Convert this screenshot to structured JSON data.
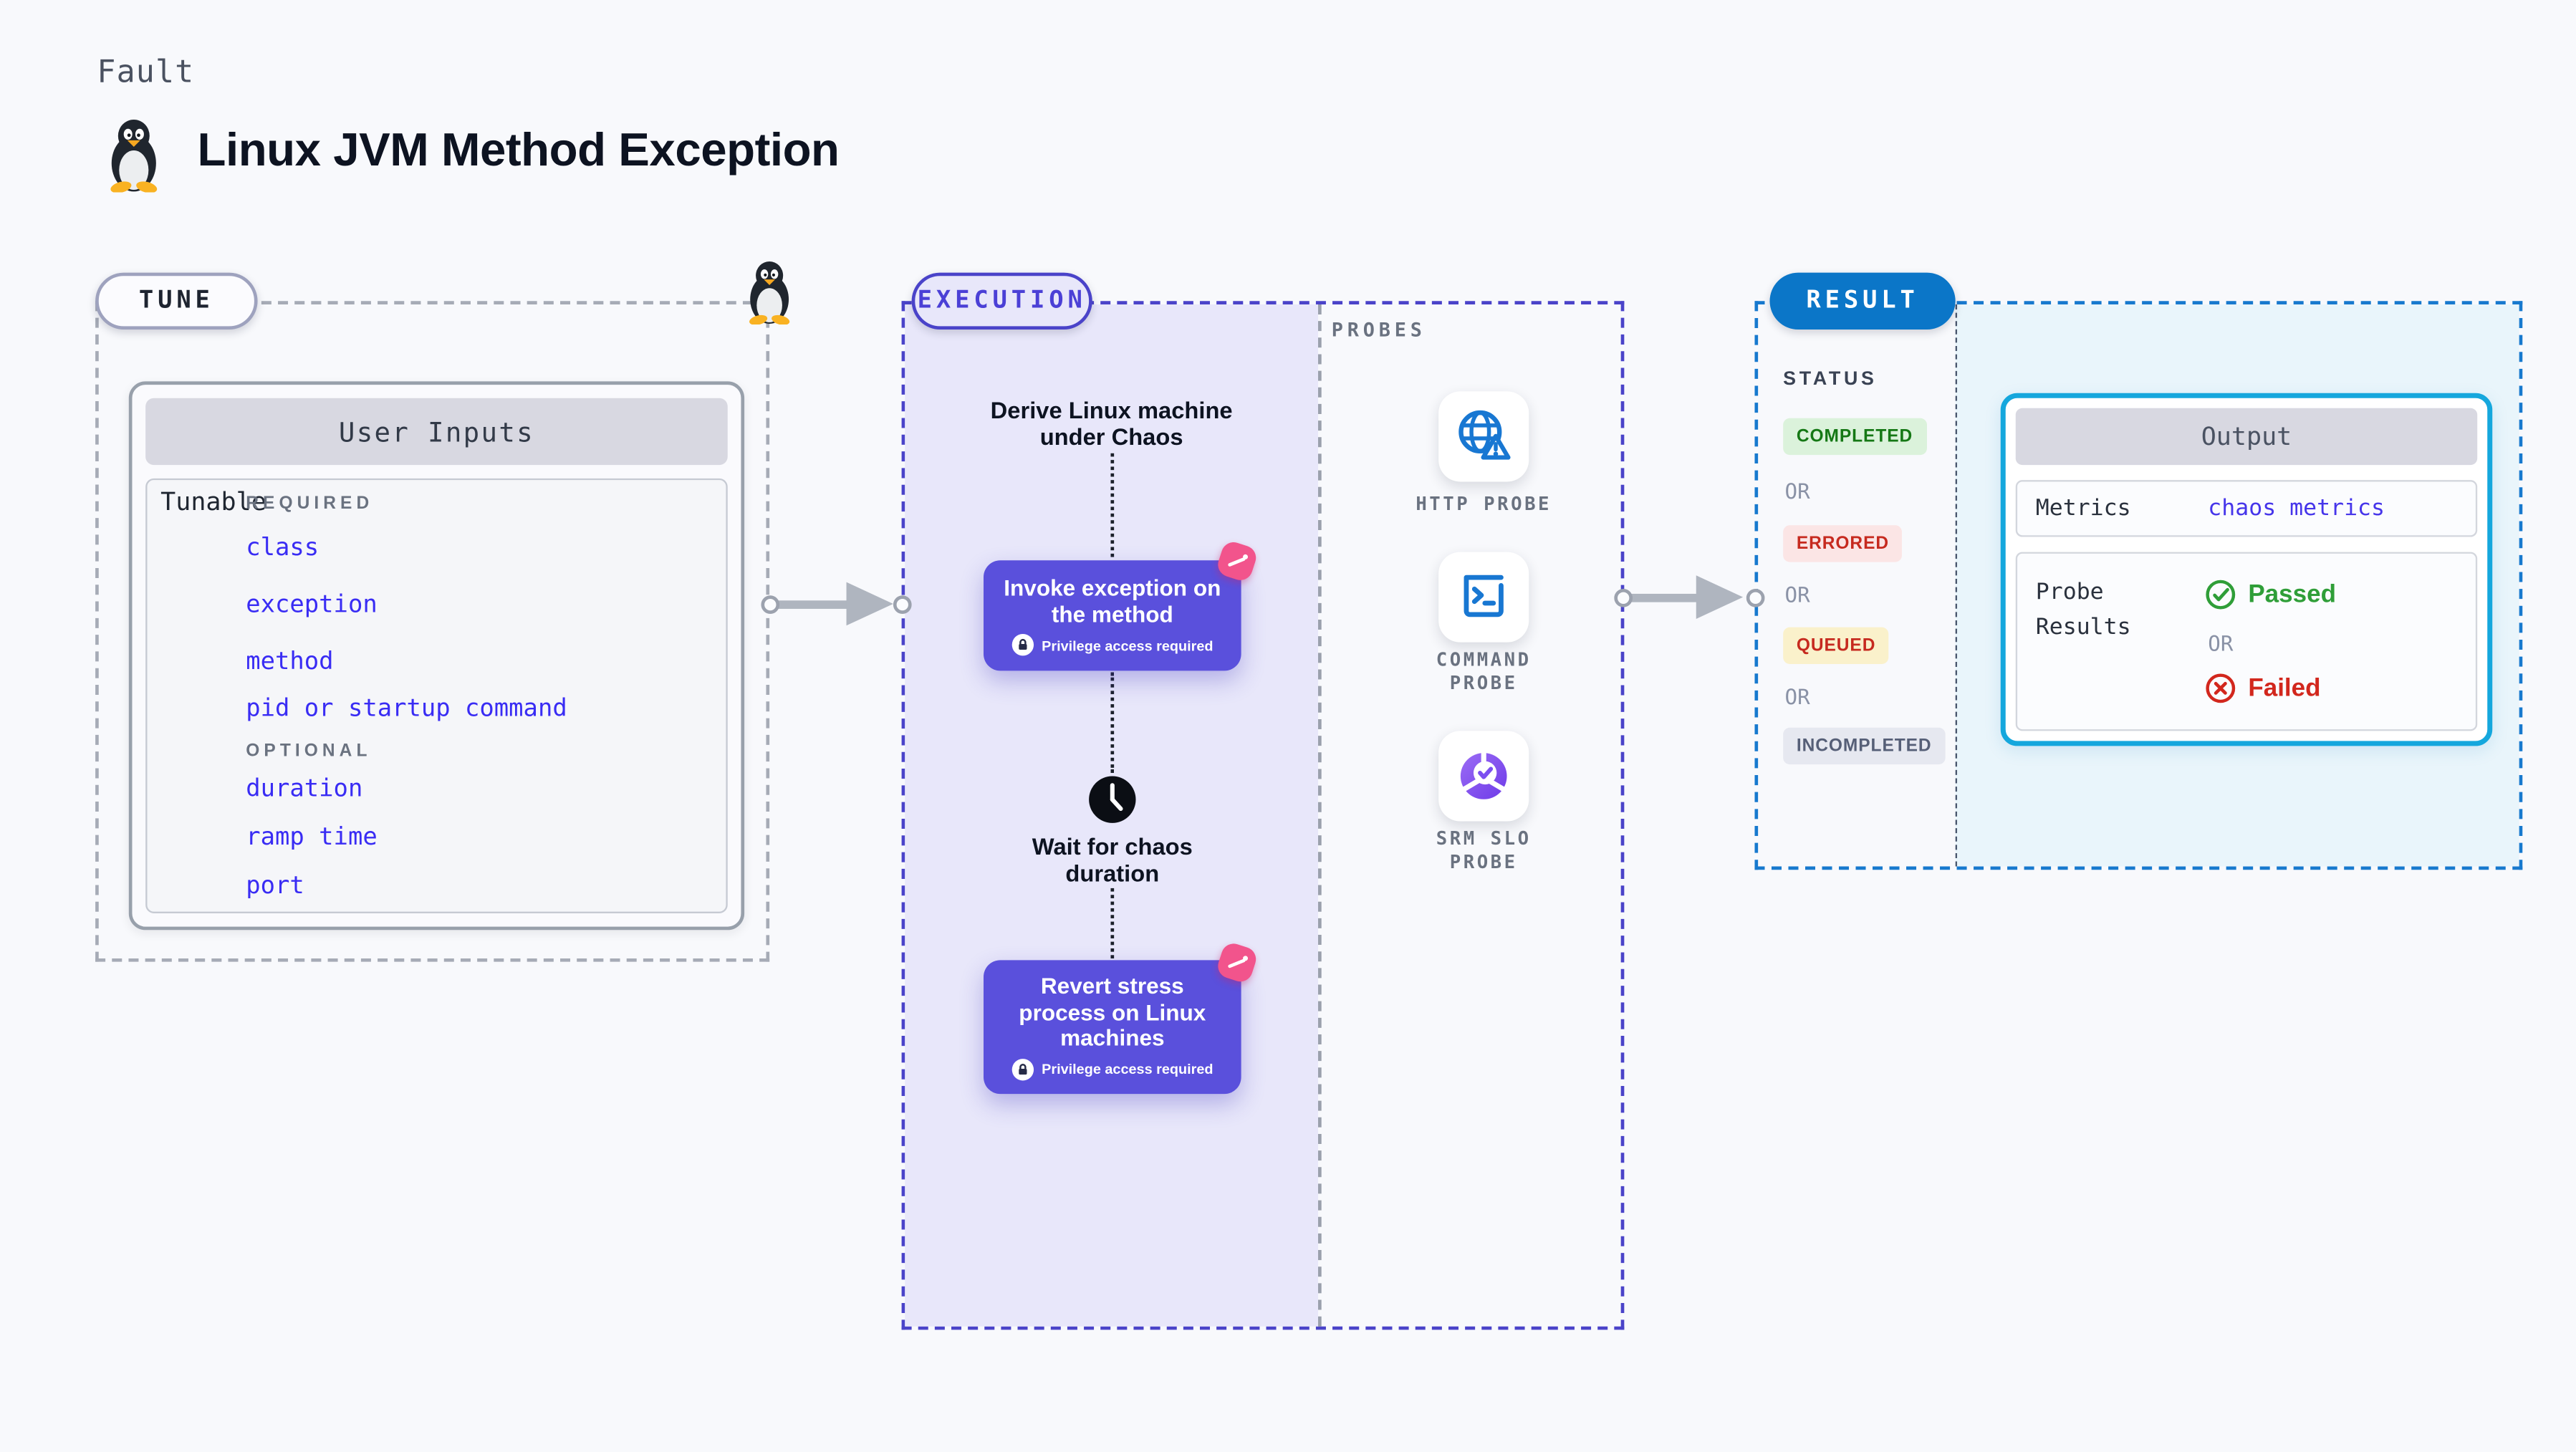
{
  "header": {
    "eyebrow": "Fault",
    "title": "Linux JVM Method Exception",
    "title_icon": "tux-penguin-icon"
  },
  "tune": {
    "badge": "TUNE",
    "panel": {
      "title": "User Inputs",
      "row_label": "Tunable",
      "required_label": "REQUIRED",
      "required_items": [
        "class",
        "exception",
        "method",
        "pid or startup command"
      ],
      "optional_label": "OPTIONAL",
      "optional_items": [
        "duration",
        "ramp time",
        "port"
      ]
    }
  },
  "execution": {
    "badge": "EXECUTION",
    "step_derive": "Derive Linux machine under Chaos",
    "card_invoke": {
      "title": "Invoke exception on the method",
      "note": "Privilege access required"
    },
    "step_wait": "Wait for chaos duration",
    "card_revert": {
      "title": "Revert stress process on Linux machines",
      "note": "Privilege access required"
    }
  },
  "probes": {
    "heading": "PROBES",
    "items": [
      {
        "icon": "globe-alert-icon",
        "label": "HTTP PROBE"
      },
      {
        "icon": "terminal-icon",
        "label": "COMMAND PROBE"
      },
      {
        "icon": "slo-gauge-icon",
        "label": "SRM SLO PROBE"
      }
    ]
  },
  "result": {
    "badge": "RESULT",
    "status_heading": "STATUS",
    "or_label": "OR",
    "statuses": [
      "COMPLETED",
      "ERRORED",
      "QUEUED",
      "INCOMPLETED"
    ],
    "output": {
      "title": "Output",
      "metrics_label": "Metrics",
      "metrics_value": "chaos metrics",
      "probe_results_label": "Probe Results",
      "passed": "Passed",
      "or_label": "OR",
      "failed": "Failed"
    }
  },
  "colors": {
    "page_bg": "#F8F9FC",
    "indigo_card": "#5A50DC",
    "indigo_border": "#4A43C9",
    "link_blue": "#392CF4",
    "pink_badge": "#F2548C",
    "result_blue": "#0B76C8",
    "output_border": "#15A7DD",
    "light_blue_fill": "#E9F5FB",
    "completed_green": "#157815",
    "errored_red": "#C62A1F",
    "passed_green": "#2F9E38",
    "failed_red": "#D2271D"
  }
}
